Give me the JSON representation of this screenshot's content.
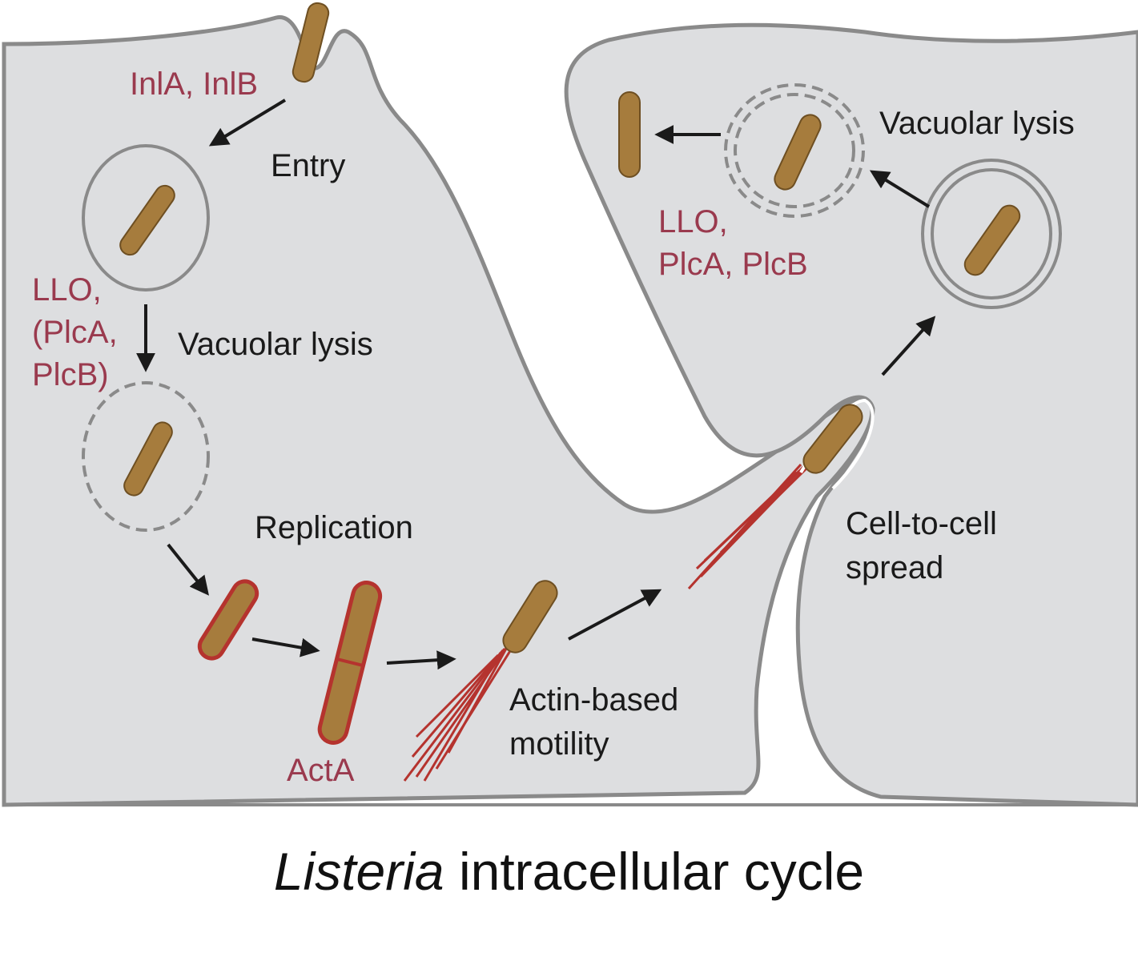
{
  "labels": {
    "inla_inlb": "InlA, InlB",
    "entry": "Entry",
    "llo_1": "LLO,",
    "plca_1": "(PlcA,",
    "plcb_1": "PlcB)",
    "vacuolar_lysis_1": "Vacuolar lysis",
    "replication": "Replication",
    "acta": "ActA",
    "actin_based": "Actin-based",
    "motility": "motility",
    "cell_to_cell": "Cell-to-cell",
    "spread": "spread",
    "llo_2": "LLO,",
    "plca_plcb_2": "PlcA, PlcB",
    "vacuolar_lysis_2": "Vacuolar lysis"
  },
  "title": {
    "italic": "Listeria",
    "rest": " intracellular cycle"
  },
  "colors": {
    "cell_fill": "#dddee0",
    "membrane": "#8a8a8a",
    "bacterium": "#a67c3d",
    "actin": "#b5332e",
    "virulence_text": "#9a3a4e"
  }
}
